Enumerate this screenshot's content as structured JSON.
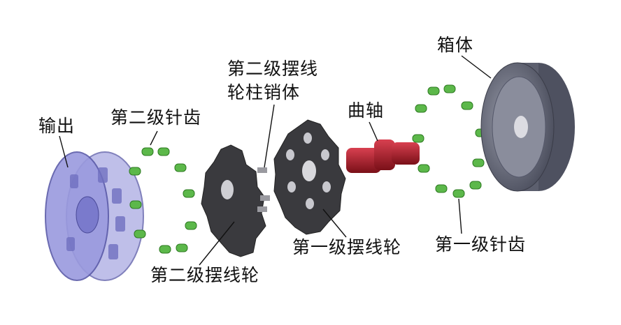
{
  "labels": {
    "output": "输出",
    "second_pin_teeth": "第二级针齿",
    "second_pin_body_line1": "第二级摆线",
    "second_pin_body_line2": "轮柱销体",
    "crankshaft": "曲轴",
    "housing": "箱体",
    "first_cycloid": "第一级摆线轮",
    "first_pin_teeth": "第一级针齿",
    "second_cycloid": "第二级摆线轮"
  },
  "colors": {
    "output_disc": "#8f8fd8",
    "pin": "#5cb84a",
    "gear": "#3a3a3e",
    "crankshaft": "#b8202a",
    "housing": "#6c6f80"
  }
}
